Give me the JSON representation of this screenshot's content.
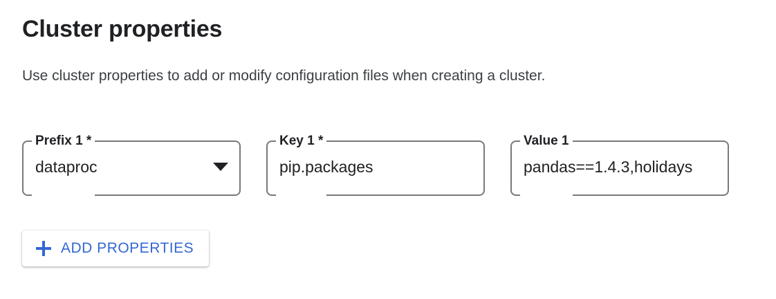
{
  "section": {
    "title": "Cluster properties",
    "description": "Use cluster properties to add or modify configuration files when creating a cluster."
  },
  "fields": [
    {
      "label": "Prefix 1 *",
      "value": "dataproc",
      "type": "select",
      "name": "prefix-1",
      "trigger_icon": "chevron-down-icon",
      "required": true
    },
    {
      "label": "Key 1 *",
      "value": "pip.packages",
      "type": "text",
      "name": "key-1",
      "required": true
    },
    {
      "label": "Value 1",
      "value": "pandas==1.4.3,holidays",
      "type": "text",
      "name": "value-1",
      "required": false
    }
  ],
  "add_button": {
    "label": "ADD PROPERTIES",
    "icon": "plus-icon"
  },
  "colors": {
    "accent": "#3367d6",
    "text_primary": "#202124",
    "text_secondary": "#3c4043",
    "border": "#76797d",
    "background": "#ffffff"
  }
}
